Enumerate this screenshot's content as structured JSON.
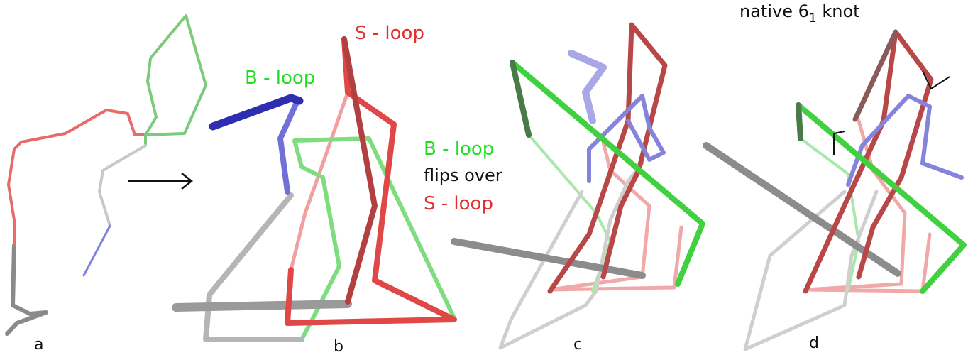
{
  "panels": {
    "a": {
      "label": "a"
    },
    "b": {
      "label": "b",
      "s_loop": "S - loop",
      "b_loop": "B - loop"
    },
    "c": {
      "label": "c",
      "b_loop": "B - loop",
      "flips": "flips over",
      "s_loop": "S - loop"
    },
    "d": {
      "label": "d",
      "title": "native 6",
      "subscript": "1",
      "title_suffix": " knot"
    }
  },
  "colors": {
    "red": "#e84848",
    "dark_red": "#a83838",
    "green": "#46d246",
    "light_green": "#8fe08f",
    "blue": "#3838c0",
    "light_blue": "#8c8ce0",
    "gray": "#a0a0a0",
    "light_gray": "#d8d8d8",
    "label_red": "#e03030",
    "label_green": "#22dd22",
    "label_black": "#111111"
  }
}
